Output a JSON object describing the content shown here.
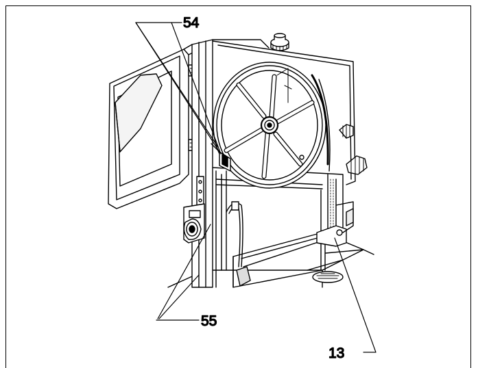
{
  "figure": {
    "callouts": {
      "c54": "54",
      "c55": "55",
      "c13": "13"
    }
  }
}
